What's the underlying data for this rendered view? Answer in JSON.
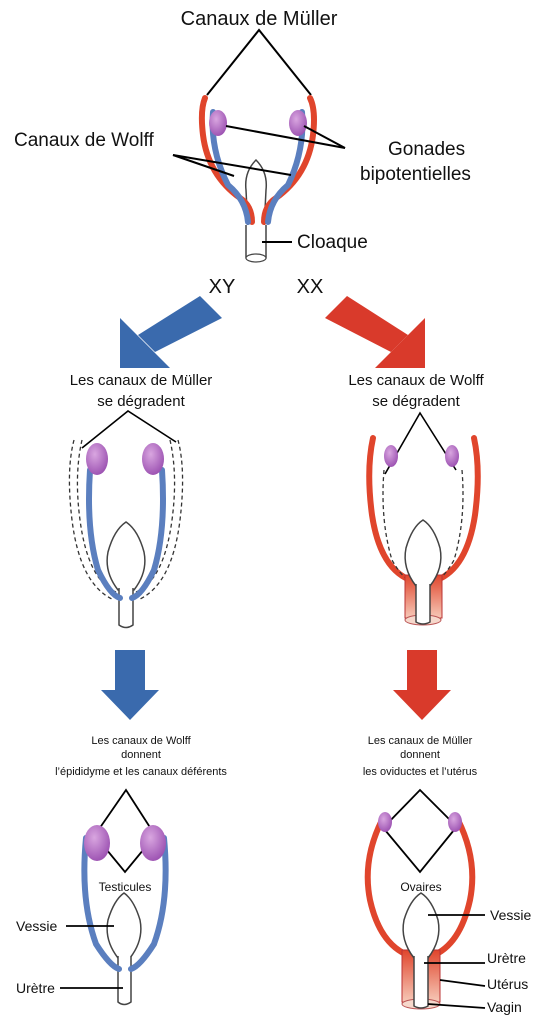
{
  "top": {
    "mullerian_label": "Canaux de Müller",
    "wolffian_label": "Canaux de Wolff",
    "gonads_label_line1": "Gonades",
    "gonads_label_line2": "bipotentielles",
    "cloaca_label": "Cloaque"
  },
  "branches": {
    "xy_label": "XY",
    "xx_label": "XX"
  },
  "male": {
    "step1_line1": "Les canaux de Müller",
    "step1_line2": "se dégradent",
    "step2_line1": "Les canaux de Wolff",
    "step2_line2": "donnent",
    "step2_line3": "l’épididyme et les canaux déférents",
    "testes_label": "Testicules",
    "bladder_label": "Vessie",
    "urethra_label": "Urètre"
  },
  "female": {
    "step1_line1": "Les canaux de Wolff",
    "step1_line2": "se dégradent",
    "step2_line1": "Les canaux de Müller",
    "step2_line2": "donnent",
    "step2_line3": "les oviductes et l’utérus",
    "ovaries_label": "Ovaires",
    "bladder_label": "Vessie",
    "urethra_label": "Urètre",
    "uterus_label": "Utérus",
    "vagina_label": "Vagin"
  },
  "colors": {
    "mullerian": "#e0452c",
    "wolffian": "#5b7fbf",
    "gonad": "#a85ab8",
    "male_arrow": "#3a6aad",
    "female_arrow": "#d93a2b",
    "text": "#111111"
  }
}
